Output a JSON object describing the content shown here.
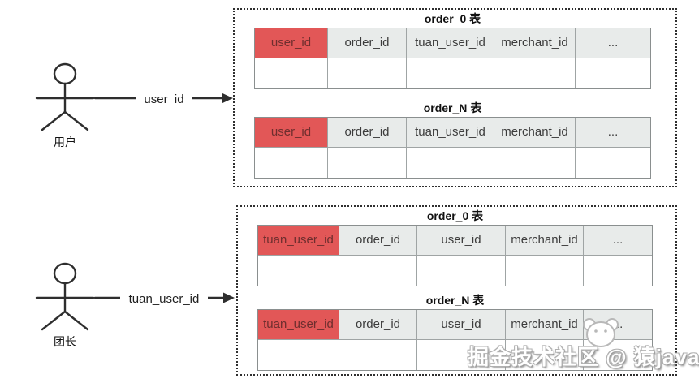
{
  "actors": [
    {
      "label": "用户",
      "arrow_label": "user_id"
    },
    {
      "label": "团长",
      "arrow_label": "tuan_user_id"
    }
  ],
  "groups": [
    {
      "tables": [
        {
          "title": "order_0 表",
          "columns": [
            "user_id",
            "order_id",
            "tuan_user_id",
            "merchant_id",
            "..."
          ]
        },
        {
          "title": "order_N 表",
          "columns": [
            "user_id",
            "order_id",
            "tuan_user_id",
            "merchant_id",
            "..."
          ]
        }
      ]
    },
    {
      "tables": [
        {
          "title": "order_0 表",
          "columns": [
            "tuan_user_id",
            "order_id",
            "user_id",
            "merchant_id",
            "..."
          ]
        },
        {
          "title": "order_N 表",
          "columns": [
            "tuan_user_id",
            "order_id",
            "user_id",
            "merchant_id",
            "..."
          ]
        }
      ]
    }
  ],
  "watermark": "掘金技术社区 @ 猿java",
  "colors": {
    "highlight_cell": "#e25757",
    "highlight_text": "#6e2e2e",
    "header_bg": "#e8ebea",
    "cell_border": "#9fa4a4",
    "dashed_border": "#2f2f2f",
    "line": "#2e2e2e"
  }
}
